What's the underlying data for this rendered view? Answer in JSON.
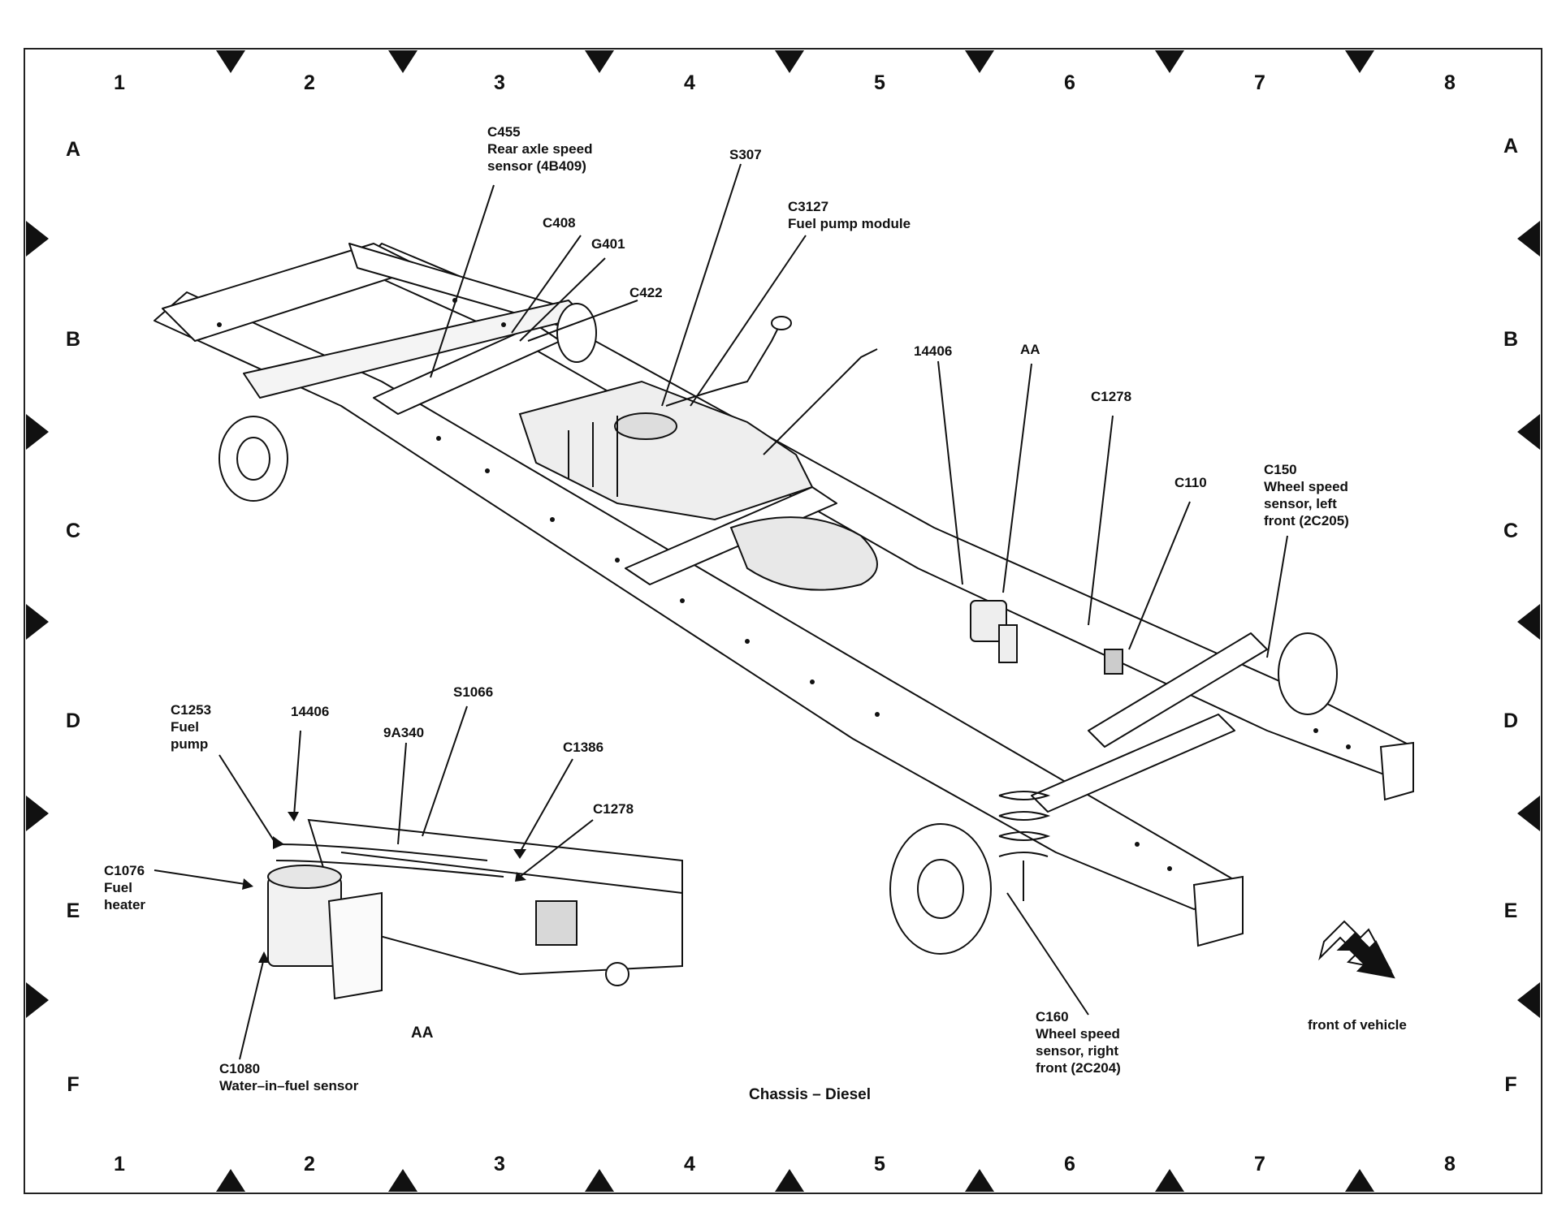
{
  "grid": {
    "columns": [
      "1",
      "2",
      "3",
      "4",
      "5",
      "6",
      "7",
      "8"
    ],
    "rows": [
      "A",
      "B",
      "C",
      "D",
      "E",
      "F"
    ]
  },
  "labels": {
    "c455": "C455\nRear axle speed\nsensor (4B409)",
    "s307": "S307",
    "c3127": "C3127\nFuel pump module",
    "c408": "C408",
    "g401": "G401",
    "c422": "C422",
    "n14406_top": "14406",
    "aa_top": "AA",
    "c1278_top": "C1278",
    "c110": "C110",
    "c150": "C150\nWheel speed\nsensor, left\nfront (2C205)",
    "c1253": "C1253\nFuel\npump",
    "n14406_inset": "14406",
    "n9a340": "9A340",
    "s1066": "S1066",
    "c1386": "C1386",
    "c1278_inset": "C1278",
    "c1076": "C1076\nFuel\nheater",
    "c1080": "C1080\nWater–in–fuel sensor",
    "aa_inset": "AA",
    "c160": "C160\nWheel speed\nsensor, right\nfront (2C204)",
    "front_of_vehicle": "front of vehicle"
  },
  "title": "Chassis – Diesel",
  "colors": {
    "ink": "#111111",
    "paper": "#ffffff",
    "frame": "#222222"
  }
}
